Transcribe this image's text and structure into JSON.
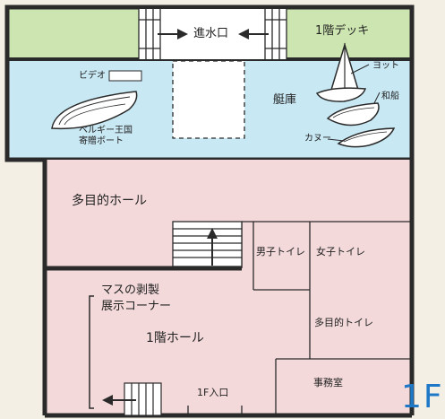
{
  "floor": "1F",
  "rooms": {
    "entrance_water": "進水口",
    "deck_1f": "1階デッキ",
    "boathouse": "艇庫",
    "multipurpose_hall": "多目的ホール",
    "mens_toilet": "男子トイレ",
    "womens_toilet": "女子トイレ",
    "multipurpose_toilet": "多目的トイレ",
    "specimen_corner": "マスの剥製\n展示コーナー",
    "hall_1f": "1階ホール",
    "office": "事務室",
    "entrance_1f": "1F入口"
  },
  "items": {
    "video": "ビデオ",
    "belgium_boat": "ベルギー王国\n寄贈ボート",
    "yacht": "ヨット",
    "japanese_boat": "和船",
    "canoe": "カヌー"
  },
  "colors": {
    "deck": "#cde5b0",
    "water": "#c8e8f4",
    "rooms": "#f3d9da",
    "walls": "#2a2a2a",
    "floor_label": "#1e78c8"
  }
}
